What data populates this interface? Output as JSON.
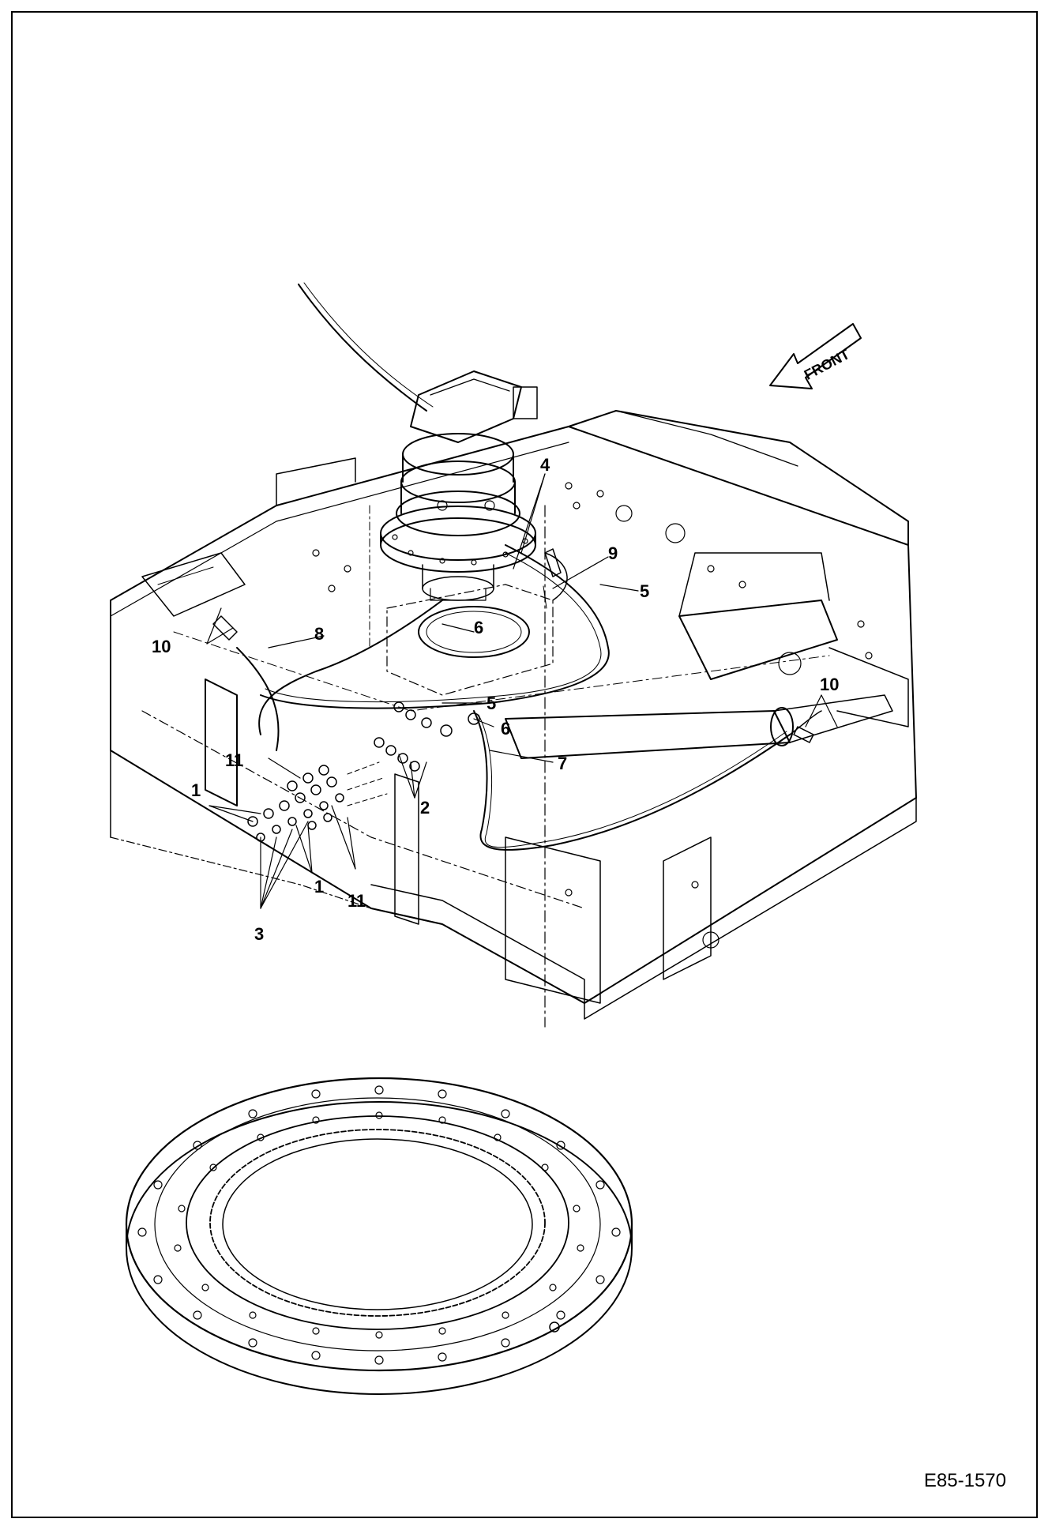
{
  "figure": {
    "id": "E85-1570",
    "front_label": "FRONT"
  },
  "callouts": [
    {
      "key": "c4",
      "text": "4"
    },
    {
      "key": "c9",
      "text": "9"
    },
    {
      "key": "c5a",
      "text": "5"
    },
    {
      "key": "c6a",
      "text": "6"
    },
    {
      "key": "c10a",
      "text": "10"
    },
    {
      "key": "c8",
      "text": "8"
    },
    {
      "key": "c10b",
      "text": "10"
    },
    {
      "key": "c5b",
      "text": "5"
    },
    {
      "key": "c6b",
      "text": "6"
    },
    {
      "key": "c7",
      "text": "7"
    },
    {
      "key": "c11a",
      "text": "11"
    },
    {
      "key": "c1a",
      "text": "1"
    },
    {
      "key": "c2",
      "text": "2"
    },
    {
      "key": "c1b",
      "text": "1"
    },
    {
      "key": "c11b",
      "text": "11"
    },
    {
      "key": "c3",
      "text": "3"
    }
  ]
}
